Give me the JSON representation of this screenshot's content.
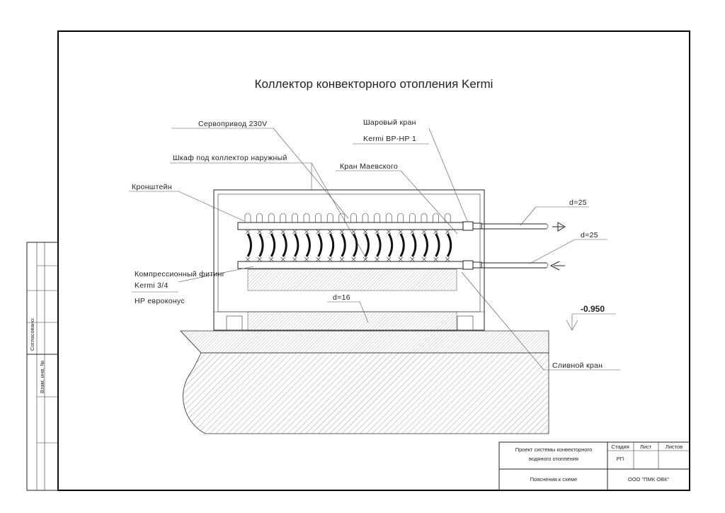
{
  "title": "Коллектор конвекторного отопления Kermi",
  "labels": {
    "servo": "Сервопривод 230V",
    "ball_valve_1": "Шаровый кран",
    "ball_valve_2": "Kermi ВР-НР 1",
    "cabinet": "Шкаф под коллектор наружный",
    "mayevsky": "Кран Маевского",
    "bracket": "Кронштейн",
    "compression_1": "Компрессионный фитинг",
    "compression_2": "Kermi 3/4",
    "eurocone": "НР евроконус",
    "drain": "Сливной кран"
  },
  "dimensions": {
    "d_supply": "d=25",
    "d_return": "d=25",
    "d_tubes": "d=16",
    "level": "-0.950"
  },
  "side_stamp": {
    "agreed": "Согласовано:",
    "inv": "Взам. инв. №"
  },
  "title_block": {
    "project_line1": "Проект системы конвекторного",
    "project_line2": "водяного отопления",
    "stage_header": "Стадия",
    "sheet_header": "Лист",
    "sheets_header": "Листов",
    "stage_value": "РП",
    "explanations": "Пояснения к схеме",
    "company": "ООО \"ПМК ОВК\""
  },
  "colors": {
    "line": "#222222",
    "paper": "#ffffff"
  }
}
